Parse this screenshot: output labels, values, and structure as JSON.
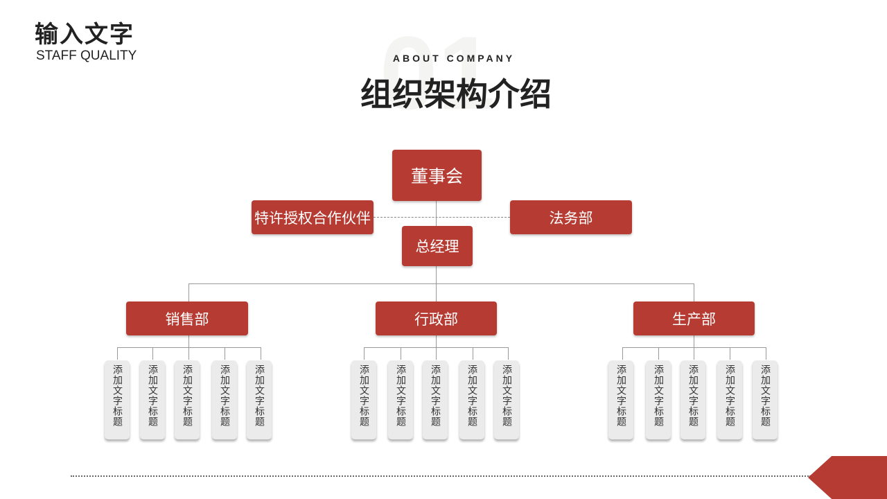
{
  "header": {
    "title": "输入文字",
    "subtitle": "STAFF QUALITY"
  },
  "section": {
    "watermark": "01",
    "eyebrow": "ABOUT COMPANY",
    "title": "组织架构介绍"
  },
  "org": {
    "board": "董事会",
    "left_side": "特许授权合作伙伴",
    "right_side": "法务部",
    "gm": "总经理",
    "departments": [
      {
        "name": "销售部",
        "items": [
          "添加文字标题",
          "添加文字标题",
          "添加文字标题",
          "添加文字标题",
          "添加文字标题"
        ]
      },
      {
        "name": "行政部",
        "items": [
          "添加文字标题",
          "添加文字标题",
          "添加文字标题",
          "添加文字标题",
          "添加文字标题"
        ]
      },
      {
        "name": "生产部",
        "items": [
          "添加文字标题",
          "添加文字标题",
          "添加文字标题",
          "添加文字标题",
          "添加文字标题"
        ]
      }
    ]
  },
  "colors": {
    "accent": "#b63b32",
    "tag_bg": "#ebebeb"
  }
}
